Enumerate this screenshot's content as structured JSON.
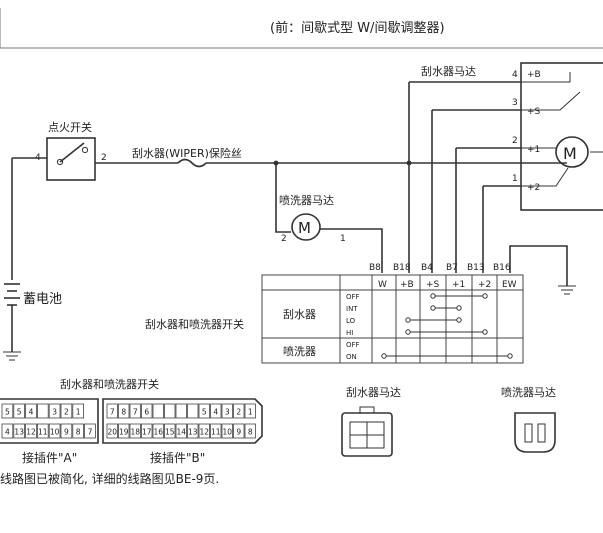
{
  "header": {
    "title": "(前：间歇式型 W/间歇调整器)"
  },
  "labels": {
    "ignition_switch": "点火开关",
    "fuse": "刮水器(WIPER)保险丝",
    "wiper_motor_top": "刮水器马达",
    "washer_motor_top": "喷洗器马达",
    "battery": "蓄电池",
    "switch_title": "刮水器和喷洗器开关",
    "wiper_group": "刮水器",
    "washer_group": "喷洗器",
    "connector_title": "刮水器和喷洗器开关",
    "conn_a": "接插件\"A\"",
    "conn_b": "接插件\"B\"",
    "wiper_motor_conn": "刮水器马达",
    "washer_motor_conn": "喷洗器马达",
    "footnote": "线路图已被简化, 详细的线路图见BE-9页."
  },
  "pins": {
    "ign_in": "4",
    "ign_out": "2",
    "washer_left": "2",
    "washer_right": "1",
    "motor": [
      "4",
      "3",
      "2",
      "1"
    ],
    "motor_terms": [
      "+B",
      "+S",
      "+1",
      "+2"
    ]
  },
  "switch_table": {
    "pins": [
      "B8",
      "B18",
      "B4",
      "B7",
      "B13",
      "B16"
    ],
    "terms": [
      "W",
      "+B",
      "+S",
      "+1",
      "+2",
      "EW"
    ],
    "wiper_positions": [
      "OFF",
      "INT",
      "LO",
      "HI"
    ],
    "washer_positions": [
      "OFF",
      "ON"
    ]
  },
  "connector_a": {
    "row1": [
      "5",
      "5",
      "4",
      "",
      "3",
      "2",
      "1"
    ],
    "row2": [
      "4",
      "13",
      "12",
      "11",
      "10",
      "9",
      "8",
      "7"
    ]
  },
  "connector_b": {
    "row1": [
      "7",
      "8",
      "7",
      "6",
      "",
      "",
      "",
      "",
      "5",
      "4",
      "3",
      "2",
      "1"
    ],
    "row2": [
      "20",
      "19",
      "18",
      "17",
      "16",
      "15",
      "14",
      "13",
      "12",
      "11",
      "10",
      "9",
      "8"
    ]
  }
}
